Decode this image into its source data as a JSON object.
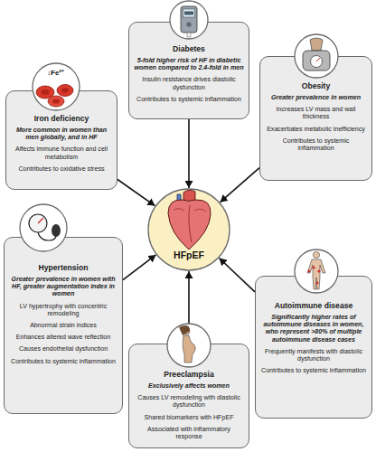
{
  "diagram": {
    "nodes": [
      {
        "text": [
          "Diabetes",
          "5-fold higher risk of HF in diabetic women compared to 2.4-fold in men",
          "Insulin resistance drives diastolic dysfunction",
          "Contributes to systemic inflammation"
        ]
      },
      {
        "text": [
          "Obesity",
          "Greater prevalence in women",
          "Increases LV mass and wall thickness",
          "Exacerbates metabolic inefficiency",
          "Contributes to systemic inflammation"
        ]
      },
      {
        "text": [
          "Iron deficiency",
          "More common in women than men globally, and in HF",
          "Affects immune function and cell metabolism",
          "Contributes to oxidative stress"
        ]
      },
      {
        "text": [
          "HFpEF"
        ]
      },
      {
        "text": [
          "Hypertension",
          "Greater prevalence in women with HF, greater augmentation index in women",
          "LV hypertrophy with concentric remodeling",
          "Abnormal strain indices",
          "Enhances altered wave reflection",
          "Causes endothelial dysfunction",
          "Contributes to systemic inflammation"
        ]
      },
      {
        "text": [
          "Autoimmune disease",
          "Significantly higher rates of autoimmune diseases in women, who represent >80% of multiple autoimmune disease cases",
          "Frequently manifests with diastolic dysfunction",
          "Contributes to systemic inflammation"
        ]
      },
      {
        "text": [
          "Preeclampsia",
          "Exclusively affects women",
          "Causes LV remodeling with diastolic dysfunction",
          "Shared biomarkers with HFpEF",
          "Associated with inflammatory response"
        ]
      }
    ],
    "edges": [
      {
        "from": 0,
        "to": 3,
        "arrow": "to"
      },
      {
        "from": 1,
        "to": 3,
        "arrow": "to"
      },
      {
        "from": 2,
        "to": 3,
        "arrow": "to"
      },
      {
        "from": 4,
        "to": 3,
        "arrow": "to"
      },
      {
        "from": 5,
        "to": 3,
        "arrow": "to"
      },
      {
        "from": 6,
        "to": 3,
        "arrow": "to"
      }
    ],
    "labels": [
      "↓Fe²⁺"
    ]
  }
}
